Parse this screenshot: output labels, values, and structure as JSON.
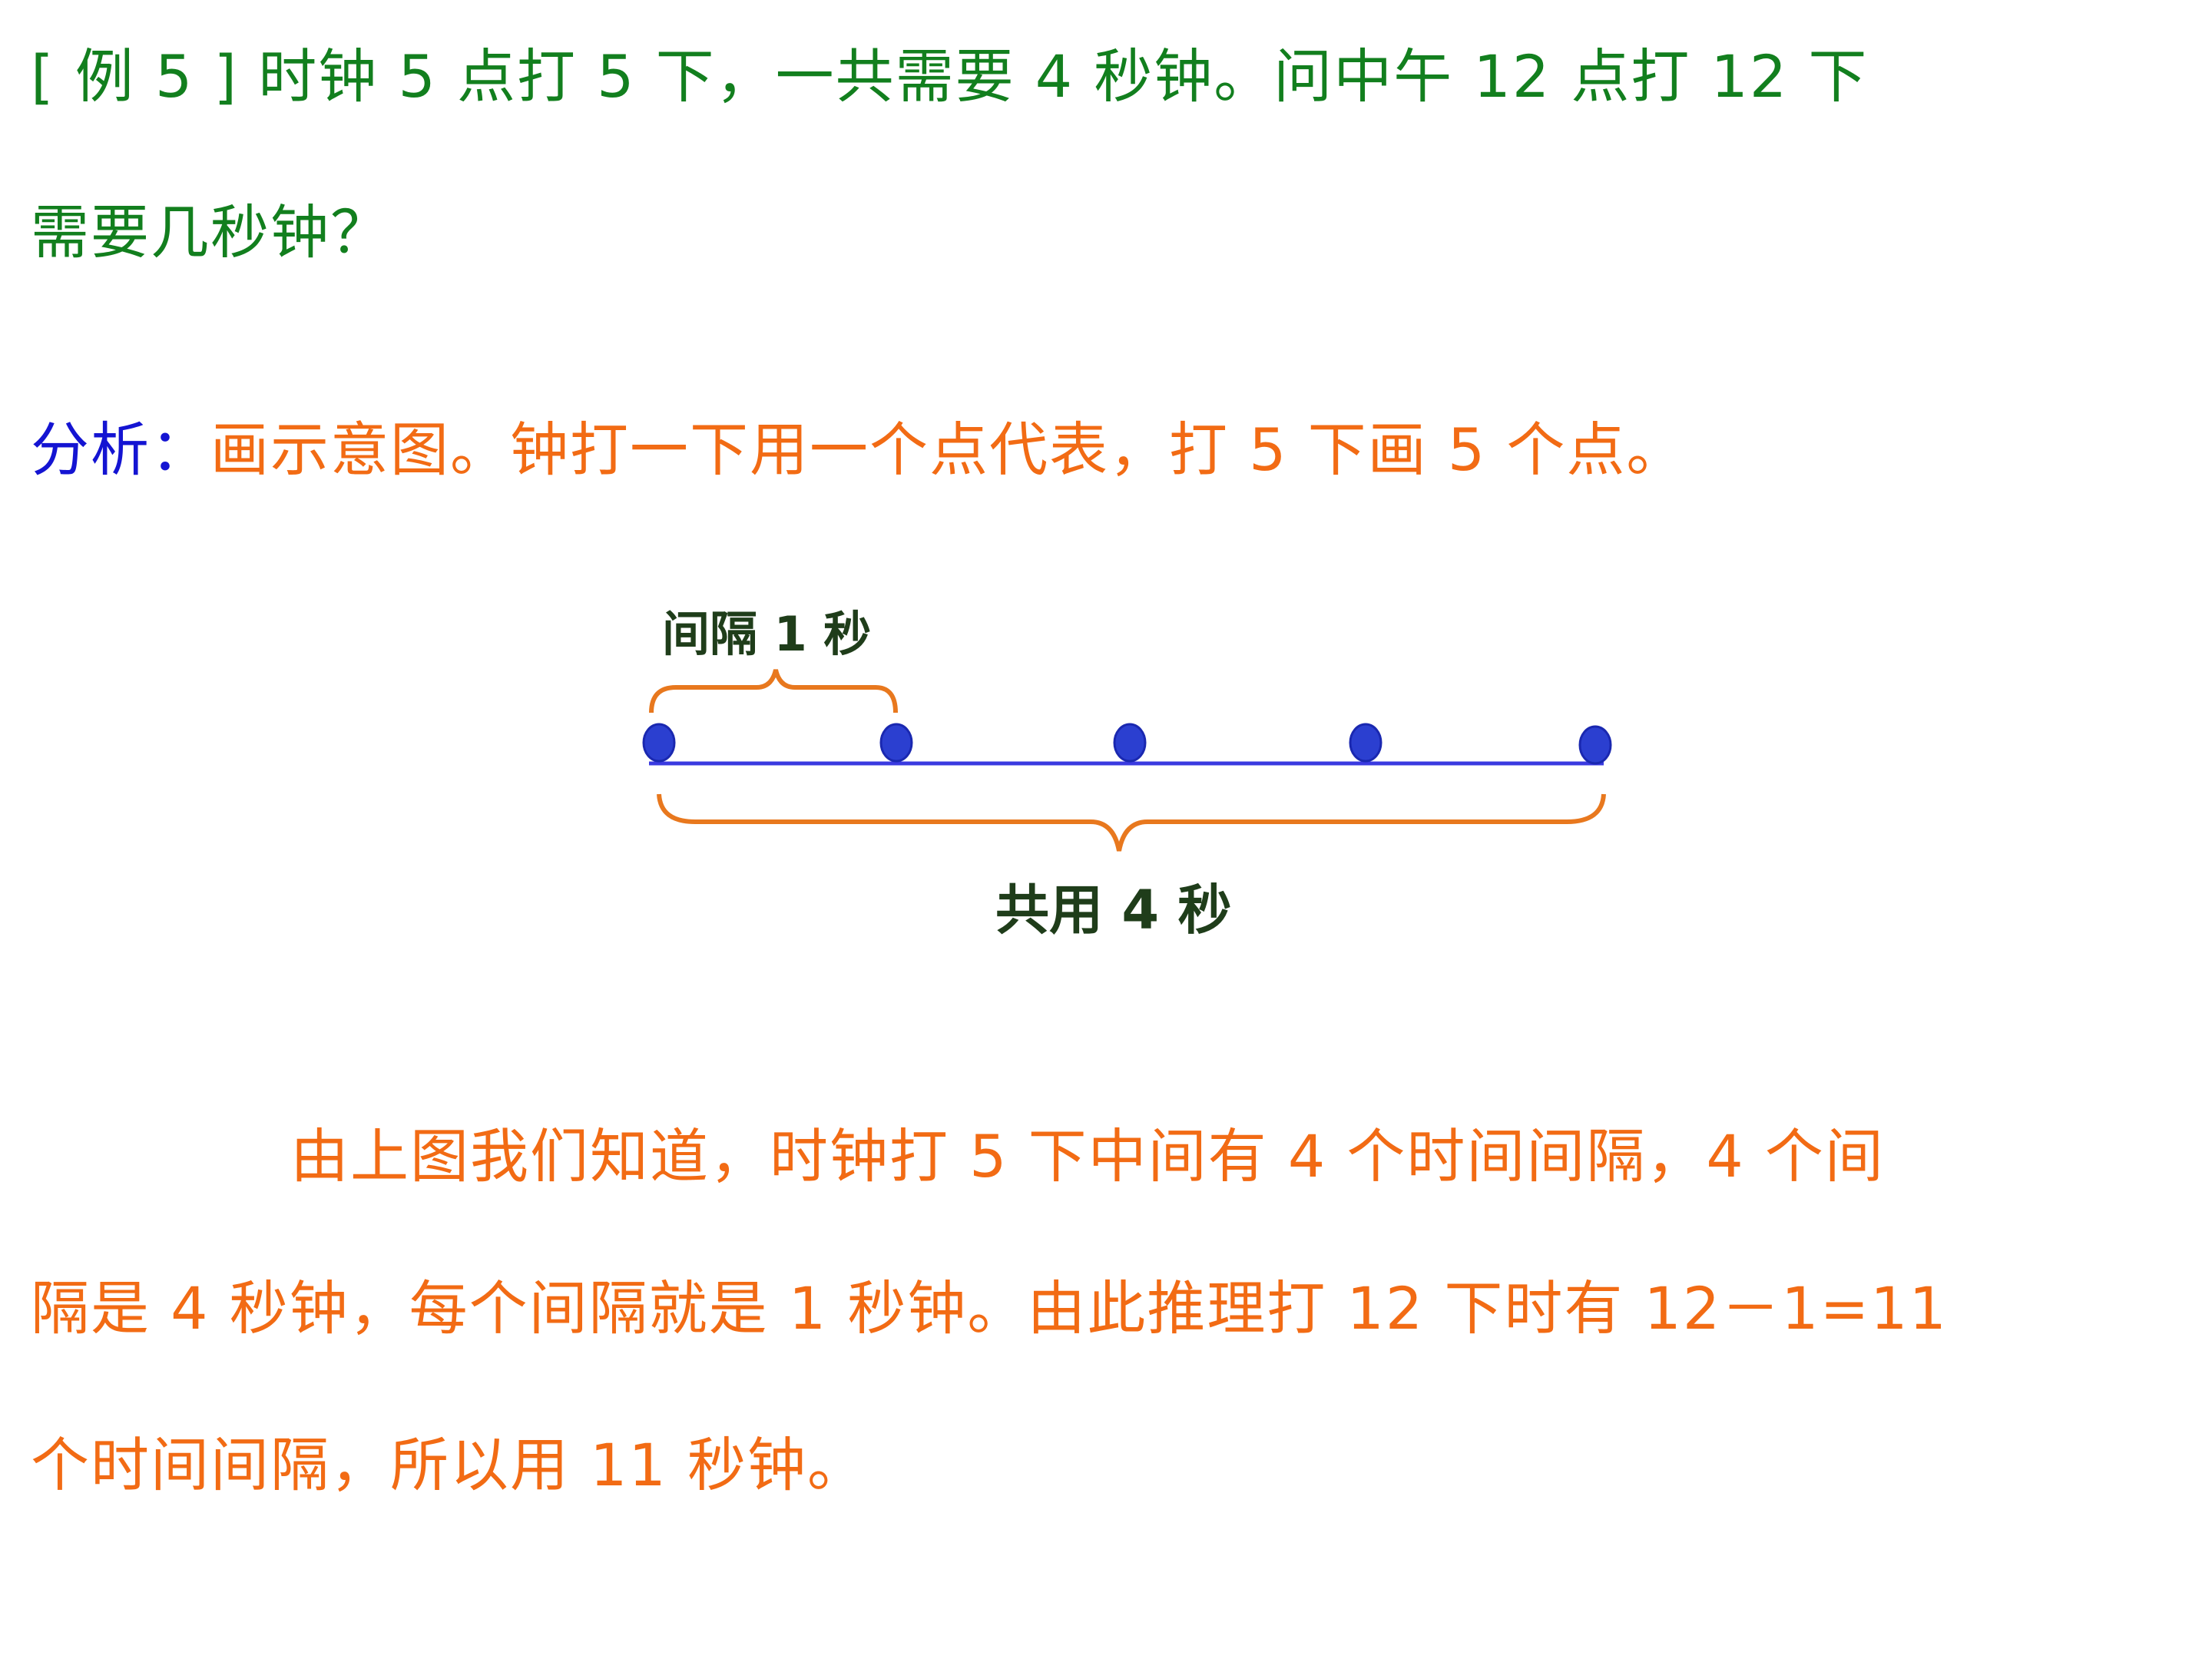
{
  "question": {
    "label": "[ 例 5 ]",
    "line1_text": " 时钟 5 点打 5 下，一共需要 4 秒钟。问中午 12 点打 12 下",
    "line2_text": "需要几秒钟？"
  },
  "analysis": {
    "label": "分析：",
    "text": "画示意图。钟打一下用一个点代表，打 5 下画 5 个点。"
  },
  "diagram": {
    "interval_label": "间隔 1 秒",
    "total_label": "共用 4 秒",
    "dot_count": 5,
    "colors": {
      "dots": "#2b3fd0",
      "line": "#3a3ae0",
      "braces": "#e8781e",
      "labels": "#1f3d1a"
    }
  },
  "explanation": {
    "line1": "由上图我们知道，时钟打 5 下中间有 4 个时间间隔，4 个间",
    "line2": "隔是 4 秒钟，每个间隔就是 1 秒钟。由此推理打 12 下时有 12－1=11",
    "line3": "个时间间隔，所以用 11 秒钟。"
  },
  "colors": {
    "question": "#127f1e",
    "analysis_label": "#1414d2",
    "body": "#f26b14"
  }
}
